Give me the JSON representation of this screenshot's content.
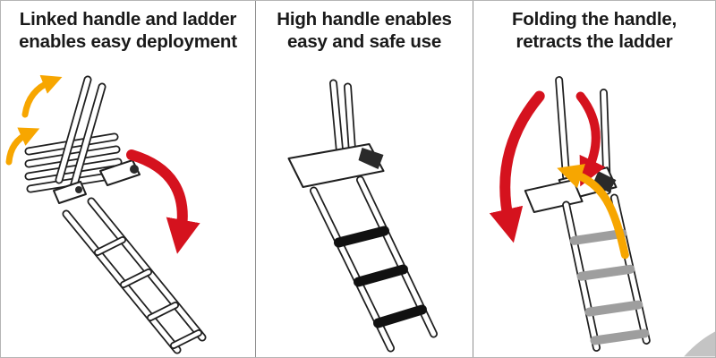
{
  "figure_title": "Ladder handle instruction diagram",
  "panels": [
    {
      "id": "deploy",
      "caption_line1": "Linked handle and ladder",
      "caption_line2": "enables easy deployment",
      "illustration": "folded ladder with linked handle, two orange up arrows and one red down arrow",
      "arrows": [
        "orange-up-arrow",
        "orange-up-arrow",
        "red-deploy-arrow"
      ]
    },
    {
      "id": "use",
      "caption_line1": "High handle enables",
      "caption_line2": "easy and safe use",
      "illustration": "deployed ladder with tall handle and three black treads",
      "arrows": []
    },
    {
      "id": "retract",
      "caption_line1": "Folding the handle,",
      "caption_line2": "retracts the ladder",
      "illustration": "handle folding with two red down arrows and one orange up arrow, ladder retracting",
      "arrows": [
        "red-fold-arrow",
        "red-fold-arrow",
        "orange-retract-arrow"
      ]
    }
  ],
  "colors": {
    "arrow_red": "#d5121e",
    "arrow_orange": "#f7a600",
    "line_art": "#1f1f1f",
    "tread_gray": "#9e9e9e",
    "background": "#ffffff",
    "divider": "#8f8f8f",
    "border": "#b5b5b5"
  }
}
